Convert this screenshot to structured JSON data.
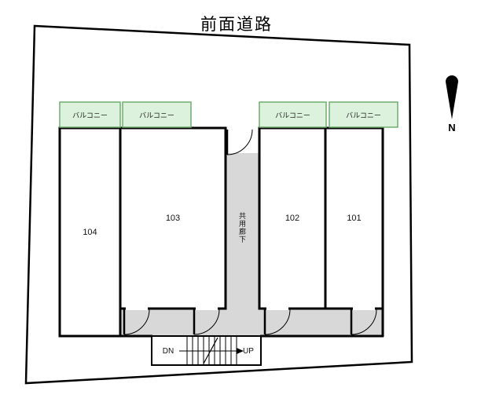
{
  "title": "前面道路",
  "rooms": [
    {
      "number": "104"
    },
    {
      "number": "103"
    },
    {
      "number": "102"
    },
    {
      "number": "101"
    }
  ],
  "balconies": [
    {
      "label": "バルコニー"
    },
    {
      "label": "バルコニー"
    },
    {
      "label": "バルコニー"
    },
    {
      "label": "バルコニー"
    }
  ],
  "corridor": {
    "label": "共用廊下"
  },
  "stairs": {
    "down": "DN",
    "up": "UP"
  },
  "compass": {
    "north": "N"
  },
  "colors": {
    "wall": "#000000",
    "balcony_fill": "#ddf2dd",
    "balcony_border": "#6fae6f",
    "corridor_fill": "#d8d8d8",
    "background": "#ffffff"
  }
}
